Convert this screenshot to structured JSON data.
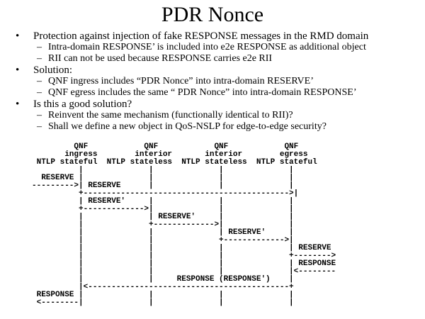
{
  "slide": {
    "title": "PDR Nonce",
    "markers": {
      "level1": "•",
      "level2": "–"
    },
    "bullets": [
      {
        "level": 1,
        "text": "Protection against injection of fake RESPONSE messages in the RMD domain"
      },
      {
        "level": 2,
        "text": "Intra-domain RESPONSE’ is included into e2e RESPONSE as additional object"
      },
      {
        "level": 2,
        "text": "RII can not be used because RESPONSE carries e2e RII"
      },
      {
        "level": 1,
        "text": "Solution:"
      },
      {
        "level": 2,
        "text": "QNF ingress includes “PDR Nonce” into intra-domain RESERVE’"
      },
      {
        "level": 2,
        "text": "QNF egress includes the same “ PDR Nonce” into intra-domain RESPONSE’"
      },
      {
        "level": 1,
        "text": "Is this a good solution?"
      },
      {
        "level": 2,
        "text": "Reinvent the same mechanism (functionally identical to RII)?"
      },
      {
        "level": 2,
        "text": "Shall we define a new object in QoS-NSLP for edge-to-edge security?"
      }
    ],
    "diagram": {
      "ascii_lines": [
        "         QNF            QNF            QNF            QNF",
        "       ingress        interior       interior        egress",
        " NTLP stateful  NTLP stateless  NTLP stateless  NTLP stateful",
        "          |              |              |              |",
        "  RESERVE |              |              |              |",
        "--------->| RESERVE      |              |              |",
        "          +-------------------------------------------->|",
        "          | RESERVE'     |              |              |",
        "          +------------->|              |              |",
        "          |              | RESERVE'     |              |",
        "          |              +------------->|              |",
        "          |              |              | RESERVE'     |",
        "          |              |              +------------->|",
        "          |              |              |              | RESERVE",
        "          |              |              |              +-------->",
        "          |              |              |              | RESPONSE",
        "          |              |              |              |<--------",
        "          |              |     RESPONSE (RESPONSE')    |",
        "          |<-------------------------------------------+",
        " RESPONSE |              |              |              |",
        " <--------|              |              |              |"
      ]
    }
  }
}
